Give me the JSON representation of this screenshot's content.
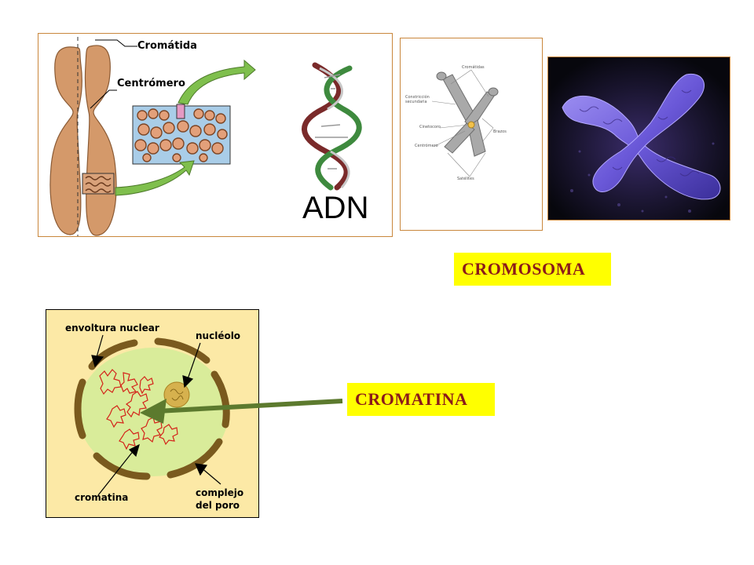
{
  "panel_chromosome": {
    "label_chromatid": "Cromátida",
    "label_centromere": "Centrómero",
    "label_dna": "ADN"
  },
  "panel_diagram": {
    "label_chromatids": "Cromátidas",
    "label_secondary_constriction": "Constricción secundaria",
    "label_kinetochore": "Cinetocoro",
    "label_centromere": "Centrómero",
    "label_arms": "Brazos",
    "label_satellites": "Satélites"
  },
  "panel_nucleus": {
    "label_envelope": "envoltura nuclear",
    "label_nucleolus": "nucléolo",
    "label_chromatin": "cromatina",
    "label_pore_line1": "complejo",
    "label_pore_line2": "del poro"
  },
  "tags": {
    "cromosoma": "CROMOSOMA",
    "cromatina": "CROMATINA"
  },
  "colors": {
    "tag_background": "#ffff00",
    "tag_text": "#8b1a1a",
    "panel_border": "#c9873c",
    "chromosome_fill": "#d4996a",
    "arrow_green": "#7fbf4d",
    "nucleus_fill": "#d9ec9a",
    "envelope": "#7a5a1e",
    "chromatin_red": "#d4231a",
    "pointer_arrow": "#5c7a2e"
  }
}
